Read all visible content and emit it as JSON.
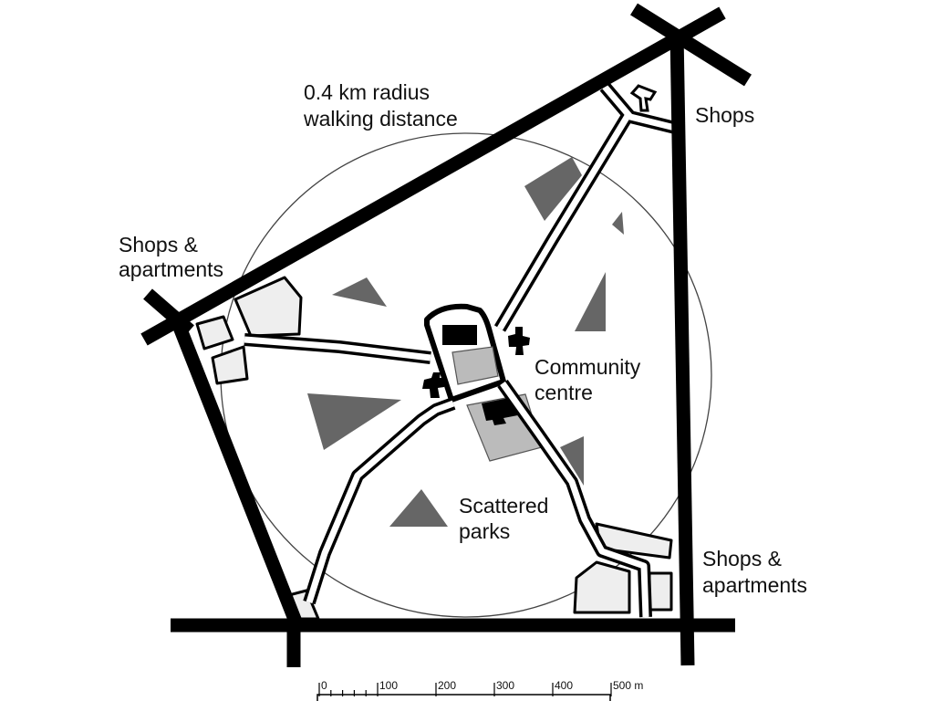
{
  "labels": {
    "radius_line1": "0.4 km radius",
    "radius_line2": "walking distance",
    "shops_top": "Shops",
    "shops_apts_left_line1": "Shops &",
    "shops_apts_left_line2": "apartments",
    "community_line1": "Community",
    "community_line2": "centre",
    "parks_line1": "Scattered",
    "parks_line2": "parks",
    "shops_apts_right_line1": "Shops &",
    "shops_apts_right_line2": "apartments"
  },
  "scale_bar": {
    "ticks": [
      "0",
      "100",
      "200",
      "300",
      "400",
      "500 m"
    ]
  },
  "colors": {
    "road": "#000000",
    "park": "#666666",
    "building_fill": "#eeeeee",
    "community_facility": "#bbbbbb",
    "circle_stroke": "#444444"
  }
}
